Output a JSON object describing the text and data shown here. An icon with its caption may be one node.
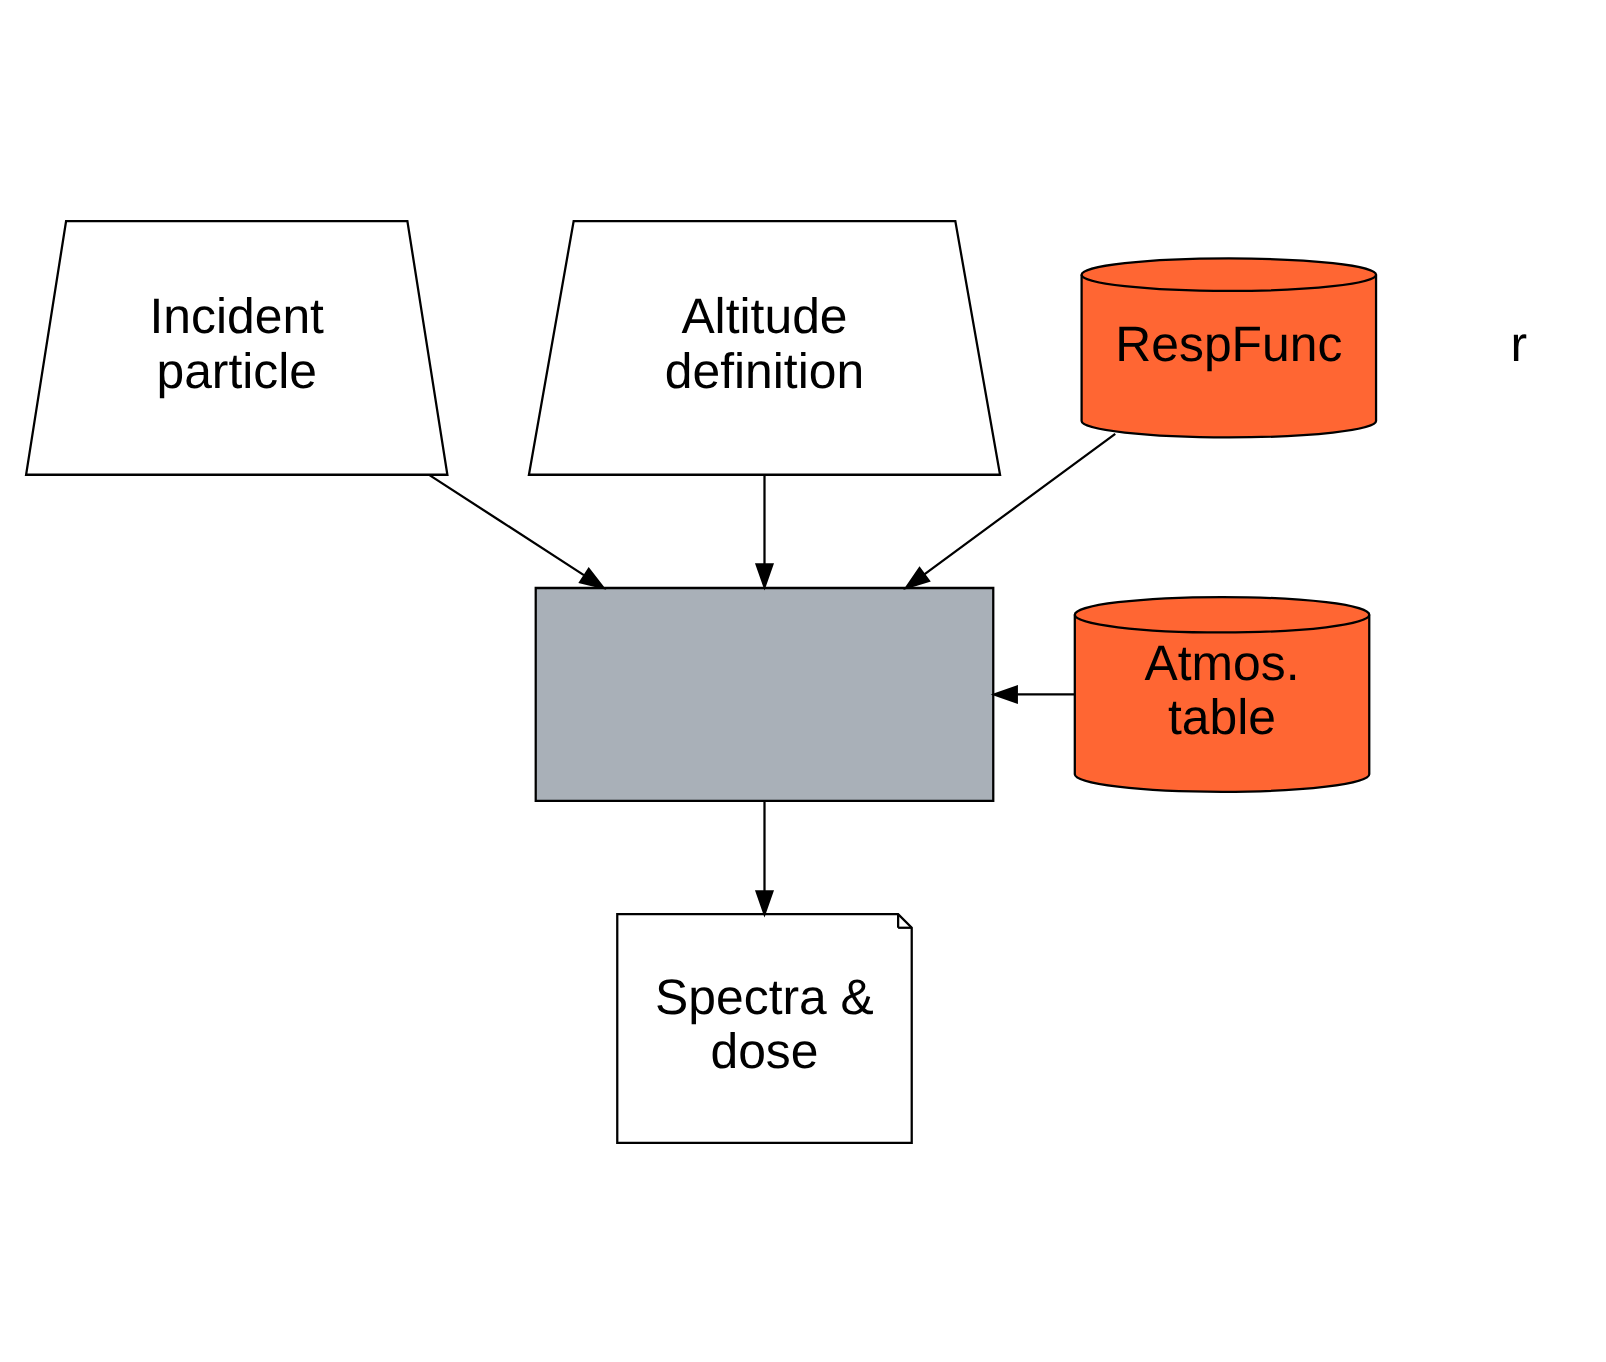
{
  "diagram": {
    "nodes": [
      {
        "text": [
          "Incident particle"
        ]
      },
      {
        "text": [
          "Altitude definition"
        ]
      },
      {
        "text": [
          "RespFunc"
        ]
      },
      {
        "text": [],
        "shape": "box"
      },
      {
        "text": [
          "Atmos. table"
        ]
      },
      {
        "text": [
          "Spectra & dose"
        ]
      }
    ],
    "edges": [
      {
        "from": 0,
        "to": 3,
        "arrow": "to"
      },
      {
        "from": 1,
        "to": 3,
        "arrow": "to"
      },
      {
        "from": 2,
        "to": 3,
        "arrow": "to"
      },
      {
        "from": 4,
        "to": 3,
        "arrow": "to"
      },
      {
        "from": 3,
        "to": 5,
        "arrow": "to"
      }
    ],
    "labels": [
      "r"
    ]
  }
}
